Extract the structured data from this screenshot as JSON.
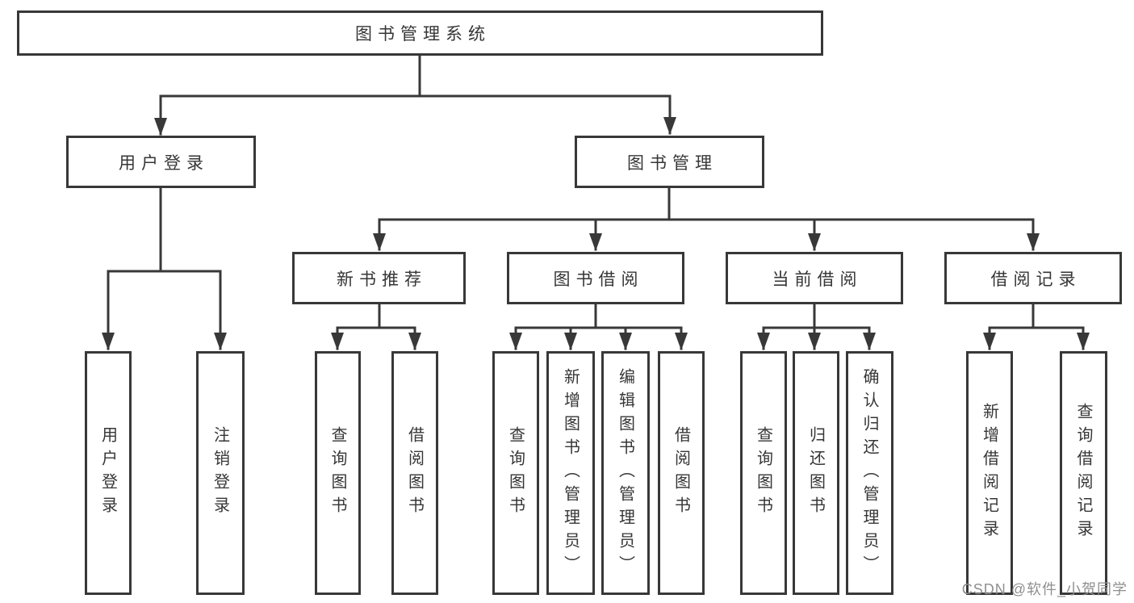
{
  "diagram": {
    "title": "图书管理系统",
    "tree": {
      "label": "图书管理系统",
      "children": [
        {
          "label": "用户登录",
          "children": [
            {
              "label": "用户登录"
            },
            {
              "label": "注销登录"
            }
          ]
        },
        {
          "label": "图书管理",
          "children": [
            {
              "label": "新书推荐",
              "children": [
                {
                  "label": "查询图书"
                },
                {
                  "label": "借阅图书"
                }
              ]
            },
            {
              "label": "图书借阅",
              "children": [
                {
                  "label": "查询图书"
                },
                {
                  "label": "新增图书（管理员）"
                },
                {
                  "label": "编辑图书（管理员）"
                },
                {
                  "label": "借阅图书"
                }
              ]
            },
            {
              "label": "当前借阅",
              "children": [
                {
                  "label": "查询图书"
                },
                {
                  "label": "归还图书"
                },
                {
                  "label": "确认归还（管理员）"
                }
              ]
            },
            {
              "label": "借阅记录",
              "children": [
                {
                  "label": "新增借阅记录"
                },
                {
                  "label": "查询借阅记录"
                }
              ]
            }
          ]
        }
      ]
    }
  },
  "watermark": "CSDN @软件_小贺同学",
  "colors": {
    "line": "#383838",
    "box_border": "#383838",
    "text": "#363636",
    "watermark": "#8f8f8f",
    "background": "#ffffff"
  }
}
